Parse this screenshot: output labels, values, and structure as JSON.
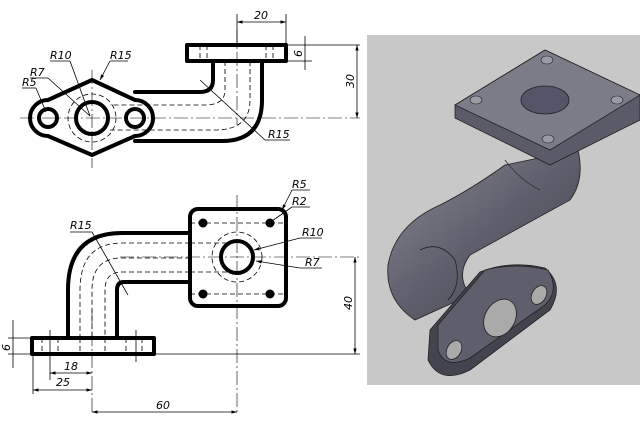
{
  "front_view": {
    "dims": {
      "flange_width": "20",
      "flange_thickness": "6",
      "height": "30"
    },
    "radii": {
      "r10": "R10",
      "r15_top": "R15",
      "r7": "R7",
      "r5": "R5",
      "r15_bend": "R15"
    }
  },
  "top_view": {
    "dims": {
      "thickness": "6",
      "hole_offset": "18",
      "half_width": "25",
      "spacing": "60",
      "height": "40"
    },
    "radii": {
      "r15": "R15",
      "r5": "R5",
      "r2": "R2",
      "r10": "R10",
      "r7": "R7"
    }
  },
  "render_view": {
    "background": "#c8c8c8",
    "body_color": "#6a6a78"
  }
}
